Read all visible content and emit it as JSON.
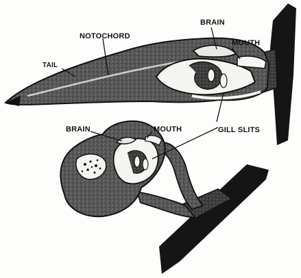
{
  "labels": {
    "brain_top": "BRAIN",
    "notochord": "NOTOCHORD",
    "mouth_top": "MOUTH",
    "tail": "TAIL",
    "brain_bottom": "BRAIN",
    "mouth_bottom": "MOUTH",
    "gill_slits": "GILL SLITS"
  },
  "colors": {
    "ink": "#111111",
    "tissue": "#4a4a4a",
    "tissue_light": "#7a7a7a",
    "cavity": "#f4f4f0"
  }
}
